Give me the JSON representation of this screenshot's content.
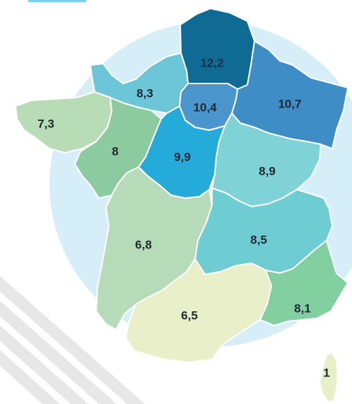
{
  "map": {
    "regions": [
      {
        "id": "hauts-de-france",
        "value": "12,2",
        "color": "#0f6a94"
      },
      {
        "id": "grand-est",
        "value": "10,7",
        "color": "#3f8dc6"
      },
      {
        "id": "ile-de-france",
        "value": "10,4",
        "color": "#4b95cf"
      },
      {
        "id": "normandie",
        "value": "8,3",
        "color": "#6cc6d8"
      },
      {
        "id": "bretagne",
        "value": "7,3",
        "color": "#b8dcb5"
      },
      {
        "id": "pays-de-la-loire",
        "value": "8",
        "color": "#8ccba0"
      },
      {
        "id": "centre-val-de-loire",
        "value": "9,9",
        "color": "#24abd9"
      },
      {
        "id": "bourgogne-franche-comte",
        "value": "8,9",
        "color": "#7fd3d7"
      },
      {
        "id": "nouvelle-aquitaine",
        "value": "6,8",
        "color": "#b6dbb8"
      },
      {
        "id": "auvergne-rhone-alpes",
        "value": "8,5",
        "color": "#6dcdd3"
      },
      {
        "id": "occitanie",
        "value": "6,5",
        "color": "#e8efc9"
      },
      {
        "id": "provence-alpes-cote-d-azur",
        "value": "8,1",
        "color": "#82cf9f"
      },
      {
        "id": "corse",
        "value": "1",
        "color": "#e7efc8"
      }
    ]
  },
  "colors": {
    "background": "#ffffff",
    "halo": "#d6eef7",
    "stripes": "#e6e6e6",
    "top-accent": "#78d3ea"
  }
}
